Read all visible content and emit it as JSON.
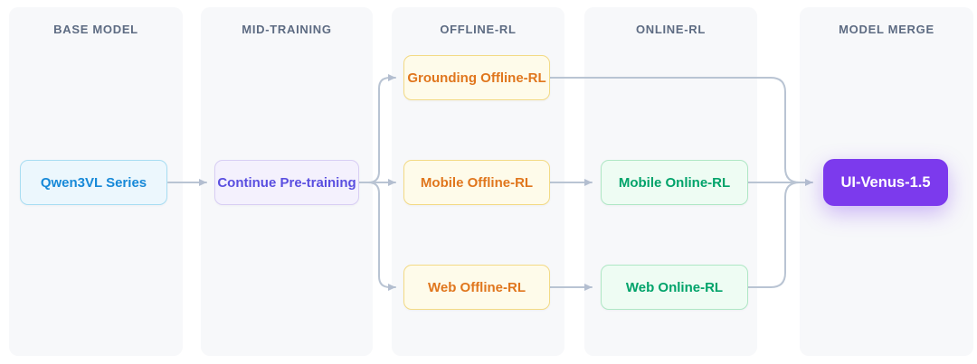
{
  "columns": [
    {
      "id": "base-model",
      "label": "BASE MODEL"
    },
    {
      "id": "mid-training",
      "label": "MID-TRAINING"
    },
    {
      "id": "offline-rl",
      "label": "OFFLINE-RL"
    },
    {
      "id": "online-rl",
      "label": "ONLINE-RL"
    },
    {
      "id": "model-merge",
      "label": "MODEL MERGE"
    }
  ],
  "nodes": {
    "qwen": {
      "label": "Qwen3VL Series",
      "column": "BASE MODEL",
      "style": "blue"
    },
    "continue_pretrain": {
      "label": "Continue Pre-training",
      "column": "MID-TRAINING",
      "style": "violet"
    },
    "grounding_offline": {
      "label": "Grounding Offline-RL",
      "column": "OFFLINE-RL",
      "style": "yellow"
    },
    "mobile_offline": {
      "label": "Mobile Offline-RL",
      "column": "OFFLINE-RL",
      "style": "yellow"
    },
    "web_offline": {
      "label": "Web Offline-RL",
      "column": "OFFLINE-RL",
      "style": "yellow"
    },
    "mobile_online": {
      "label": "Mobile Online-RL",
      "column": "ONLINE-RL",
      "style": "green"
    },
    "web_online": {
      "label": "Web Online-RL",
      "column": "ONLINE-RL",
      "style": "green"
    },
    "venus": {
      "label": "UI-Venus-1.5",
      "column": "MODEL MERGE",
      "style": "purple-solid"
    }
  },
  "edges": [
    {
      "from": "qwen",
      "to": "continue_pretrain"
    },
    {
      "from": "continue_pretrain",
      "to": "grounding_offline"
    },
    {
      "from": "continue_pretrain",
      "to": "mobile_offline"
    },
    {
      "from": "continue_pretrain",
      "to": "web_offline"
    },
    {
      "from": "mobile_offline",
      "to": "mobile_online"
    },
    {
      "from": "web_offline",
      "to": "web_online"
    },
    {
      "from": "grounding_offline",
      "to": "venus"
    },
    {
      "from": "mobile_online",
      "to": "venus"
    },
    {
      "from": "web_online",
      "to": "venus"
    }
  ],
  "colors": {
    "canvas_bg": "#ffffff",
    "column_bg": "#f7f8fa",
    "header_text": "#5d6b82",
    "connector": "#b9c4d3",
    "node_blue": {
      "bg": "#ecf7fd",
      "border": "#a8ddf2",
      "text": "#1789d8"
    },
    "node_violet": {
      "bg": "#f4f1fd",
      "border": "#d8cef4",
      "text": "#5a4fe0"
    },
    "node_yellow": {
      "bg": "#fefbea",
      "border": "#f3da85",
      "text": "#e0761d"
    },
    "node_green": {
      "bg": "#eefcf3",
      "border": "#afe7c5",
      "text": "#00a36a"
    },
    "node_purple": {
      "bg": "#7c3aed",
      "text": "#ffffff"
    }
  }
}
